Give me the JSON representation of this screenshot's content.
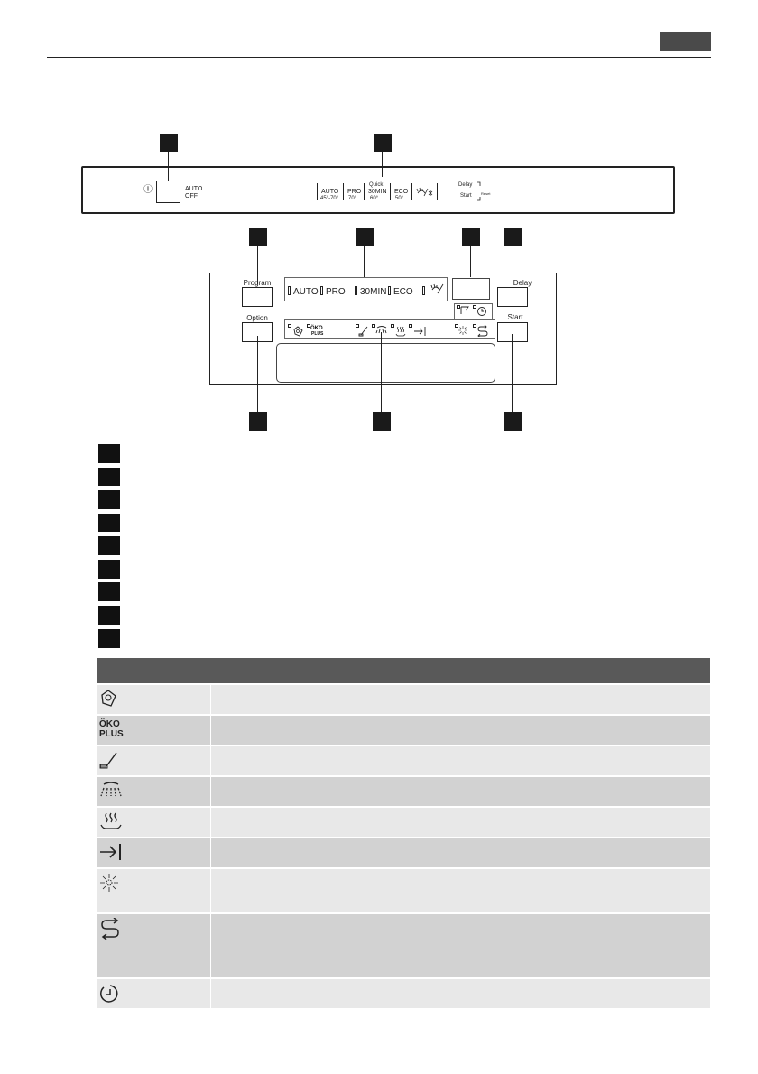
{
  "top_panel": {
    "power_symbol": "Ⓘ",
    "auto_off": [
      "AUTO",
      "OFF"
    ],
    "programs": [
      {
        "line1": "AUTO",
        "line2": "45°-70°"
      },
      {
        "line1": "PRO",
        "line2": "70°"
      },
      {
        "line1": "Quick",
        "line2": "30MIN",
        "line3": "60°"
      },
      {
        "line1": "ECO",
        "line2": "50°"
      }
    ],
    "delay_label": "Delay",
    "start_label": "Start",
    "reset_label": "Reset"
  },
  "display_panel": {
    "program_button_label": "Program",
    "option_button_label": "Option",
    "delay_button_label": "Delay",
    "start_button_label": "Start",
    "programs": [
      "AUTO",
      "PRO",
      "30MIN",
      "ECO"
    ],
    "oko_line1": "ÖKO",
    "oko_line2": "PLUS"
  },
  "table": {
    "oko_line1": "ÖKO",
    "oko_line2": "PLUS",
    "rows": [
      {
        "icon": "tablet-icon"
      },
      {
        "icon": "oko-plus-text"
      },
      {
        "icon": "rinse-aid-icon"
      },
      {
        "icon": "spray-arms-icon"
      },
      {
        "icon": "drying-icon"
      },
      {
        "icon": "end-arrow-icon"
      },
      {
        "icon": "salt-sparkle-icon"
      },
      {
        "icon": "cycle-arrows-icon"
      },
      {
        "icon": "clock-icon"
      }
    ]
  },
  "colors": {
    "header_gray": "#4a4a4a",
    "table_header": "#595959",
    "row_light": "#e8e8e8",
    "row_dark": "#d2d2d2"
  }
}
